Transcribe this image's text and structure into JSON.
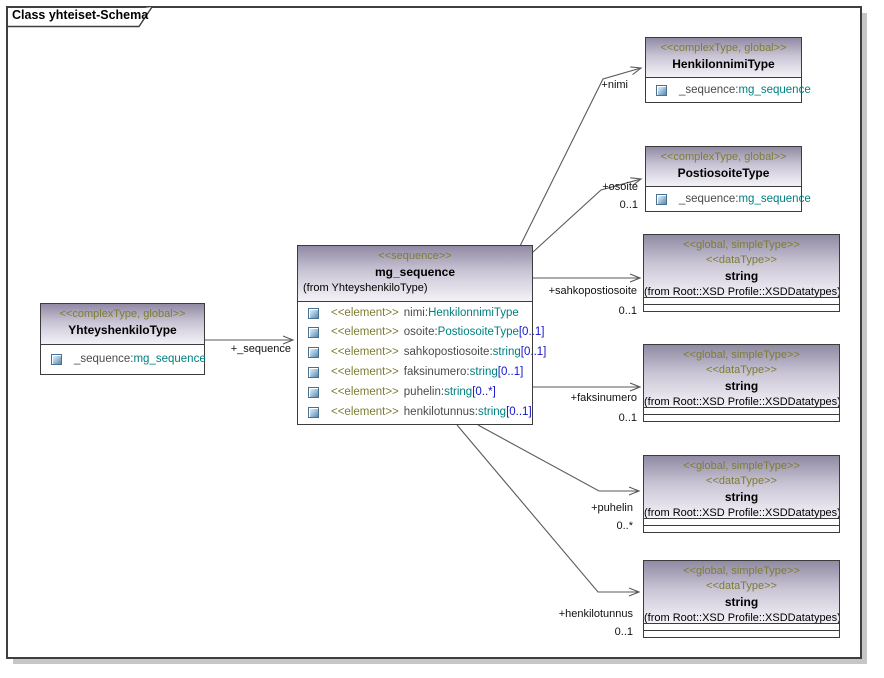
{
  "frame": {
    "title": "Class yhteiset-Schema"
  },
  "colors": {
    "stereotype_text": "#7d7d33",
    "type_text": "#008080",
    "multiplicity_text": "#1414cc",
    "attr_name_text": "#4a4a4a",
    "header_gradient_top": "#918aa4",
    "header_gradient_bottom": "#f4f2f8",
    "connector_line": "#5a5a5a",
    "frame_border": "#3f3f3f"
  },
  "classes": {
    "yhteyshenkilo": {
      "stereotype": "<<complexType, global>>",
      "name": "YhteyshenkiloType",
      "attribute": {
        "name": "_sequence:",
        "type": "mg_sequence"
      }
    },
    "mg_sequence": {
      "stereotype": "<<sequence>>",
      "name": "mg_sequence",
      "from": "(from YhteyshenkiloType)",
      "elements": [
        {
          "stereotype": "<<element>>",
          "name": "nimi:",
          "type": "HenkilonnimiType",
          "mult": ""
        },
        {
          "stereotype": "<<element>>",
          "name": "osoite:",
          "type": "PostiosoiteType",
          "mult": "[0..1]"
        },
        {
          "stereotype": "<<element>>",
          "name": "sahkopostiosoite:",
          "type": "string",
          "mult": "[0..1]"
        },
        {
          "stereotype": "<<element>>",
          "name": "faksinumero:",
          "type": "string",
          "mult": "[0..1]"
        },
        {
          "stereotype": "<<element>>",
          "name": "puhelin:",
          "type": "string",
          "mult": "[0..*]"
        },
        {
          "stereotype": "<<element>>",
          "name": "henkilotunnus:",
          "type": "string",
          "mult": "[0..1]"
        }
      ]
    },
    "henkilonnimi": {
      "stereotype": "<<complexType, global>>",
      "name": "HenkilonnimiType",
      "attribute": {
        "name": "_sequence:",
        "type": "mg_sequence"
      }
    },
    "postiosoite": {
      "stereotype": "<<complexType, global>>",
      "name": "PostiosoiteType",
      "attribute": {
        "name": "_sequence:",
        "type": "mg_sequence"
      }
    },
    "string_boxes": [
      {
        "stereotype1": "<<global, simpleType>>",
        "stereotype2": "<<dataType>>",
        "name": "string",
        "from": "(from Root::XSD Profile::XSDDatatypes)"
      },
      {
        "stereotype1": "<<global, simpleType>>",
        "stereotype2": "<<dataType>>",
        "name": "string",
        "from": "(from Root::XSD Profile::XSDDatatypes)"
      },
      {
        "stereotype1": "<<global, simpleType>>",
        "stereotype2": "<<dataType>>",
        "name": "string",
        "from": "(from Root::XSD Profile::XSDDatatypes)"
      },
      {
        "stereotype1": "<<global, simpleType>>",
        "stereotype2": "<<dataType>>",
        "name": "string",
        "from": "(from Root::XSD Profile::XSDDatatypes)"
      }
    ]
  },
  "connectors": [
    {
      "label": "+_sequence",
      "mult": ""
    },
    {
      "label": "+nimi",
      "mult": ""
    },
    {
      "label": "+osoite",
      "mult": "0..1"
    },
    {
      "label": "+sahkopostiosoite",
      "mult": "0..1"
    },
    {
      "label": "+faksinumero",
      "mult": "0..1"
    },
    {
      "label": "+puhelin",
      "mult": "0..*"
    },
    {
      "label": "+henkilotunnus",
      "mult": "0..1"
    }
  ]
}
